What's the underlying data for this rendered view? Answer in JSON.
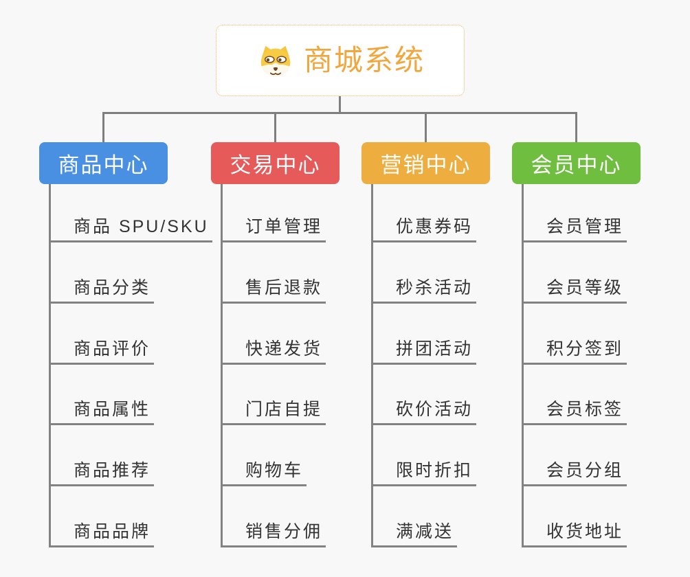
{
  "page": {
    "background": "#F8F8F8"
  },
  "root": {
    "title": "商城系统",
    "title_color": "#F1A73D",
    "border_color": "#F2B35C",
    "icon": "dog-face-icon"
  },
  "connectors": {
    "tree_line_color": "#7E7E7E",
    "leaf_line_color": "#828282"
  },
  "text_color": "#333333",
  "branches": [
    {
      "label": "商品中心",
      "color": "#4A90E2",
      "children": [
        "商品 SPU/SKU",
        "商品分类",
        "商品评价",
        "商品属性",
        "商品推荐",
        "商品品牌"
      ]
    },
    {
      "label": "交易中心",
      "color": "#E75A5A",
      "children": [
        "订单管理",
        "售后退款",
        "快递发货",
        "门店自提",
        "购物车",
        "销售分佣"
      ]
    },
    {
      "label": "营销中心",
      "color": "#EDAD3F",
      "children": [
        "优惠券码",
        "秒杀活动",
        "拼团活动",
        "砍价活动",
        "限时折扣",
        "满减送"
      ]
    },
    {
      "label": "会员中心",
      "color": "#6FBE3F",
      "children": [
        "会员管理",
        "会员等级",
        "积分签到",
        "会员标签",
        "会员分组",
        "收货地址"
      ]
    }
  ]
}
